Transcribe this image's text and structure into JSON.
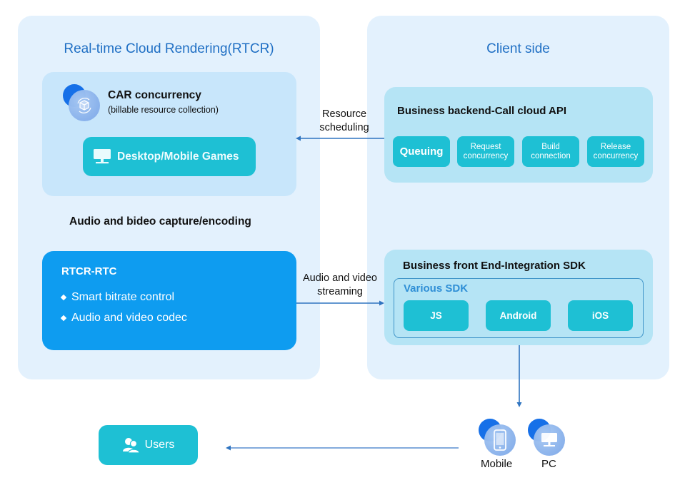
{
  "left_panel": {
    "title": "Real-time Cloud Rendering(RTCR)",
    "car": {
      "icon": "cube-icon",
      "title": "CAR concurrency",
      "subtitle": "(billable resource collection)",
      "games_button": {
        "icon": "monitor-icon",
        "label": "Desktop/Mobile Games"
      }
    },
    "capture_label": "Audio and bideo capture/encoding",
    "rtc": {
      "title": "RTCR-RTC",
      "bullets": [
        "Smart bitrate control",
        "Audio and video codec"
      ]
    }
  },
  "right_panel": {
    "title": "Client side",
    "backend": {
      "title": "Business backend-Call cloud API",
      "steps": [
        "Queuing",
        "Request concurrency",
        "Build connection",
        "Release concurrency"
      ]
    },
    "frontend": {
      "title": "Business front End-Integration SDK",
      "sdk_group_title": "Various SDK",
      "sdks": [
        "JS",
        "Android",
        "iOS"
      ]
    }
  },
  "arrows": {
    "resource_scheduling": "Resource scheduling",
    "av_streaming": "Audio and video streaming"
  },
  "devices": [
    {
      "icon": "mobile-phone-icon",
      "label": "Mobile"
    },
    {
      "icon": "pc-monitor-icon",
      "label": "PC"
    }
  ],
  "users": {
    "icon": "users-icon",
    "label": "Users"
  },
  "colors": {
    "panel_bg": "#e3f1fd",
    "sub_panel_bg": "#c8e6fb",
    "teal": "#1ec0d4",
    "rtc_blue": "#0e9cf0",
    "title_blue": "#1f6fc4",
    "arrow": "#2f74c0"
  }
}
